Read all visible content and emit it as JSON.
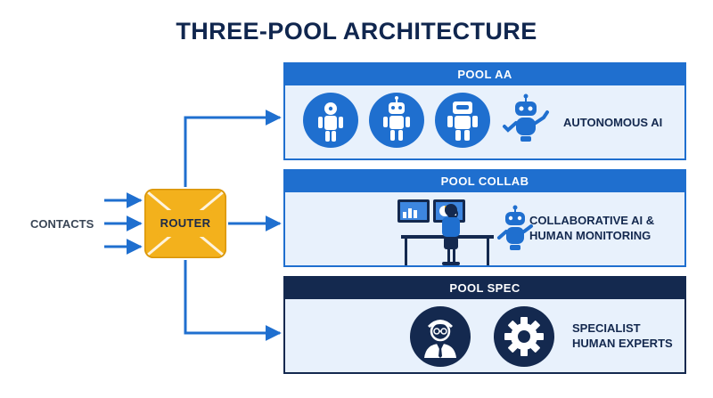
{
  "title": "THREE-POOL ARCHITECTURE",
  "input": {
    "label": "CONTACTS"
  },
  "router": {
    "label": "ROUTER"
  },
  "pools": [
    {
      "name": "POOL AA",
      "description": [
        "AUTONOMOUS AI"
      ]
    },
    {
      "name": "POOL COLLAB",
      "description": [
        "COLLABORATIVE AI &",
        "HUMAN MONITORING"
      ]
    },
    {
      "name": "POOL SPEC",
      "description": [
        "SPECIALIST",
        "HUMAN EXPERTS"
      ]
    }
  ],
  "colors": {
    "title": "#10264e",
    "accent_blue": "#1f6fcf",
    "dark_navy": "#14294f",
    "router_yellow": "#f3b11c",
    "pool_background": "#e8f1fc"
  },
  "icons": [
    "robot-icon",
    "robot-arm-icon",
    "workstation-icon",
    "human-expert-icon",
    "gear-icon"
  ]
}
